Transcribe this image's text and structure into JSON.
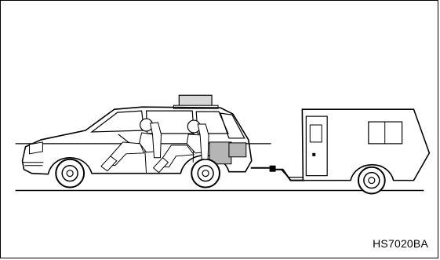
{
  "figure": {
    "code": "HS7020BA"
  },
  "colors": {
    "line": "#000000",
    "background": "#ffffff",
    "cargo_fill": "#b5b5b5",
    "shadow_fill": "#d7d7d7"
  },
  "icons": {
    "vehicle": "car-towing-trailer-illustration",
    "occupants": "seated-passengers-illustration"
  }
}
